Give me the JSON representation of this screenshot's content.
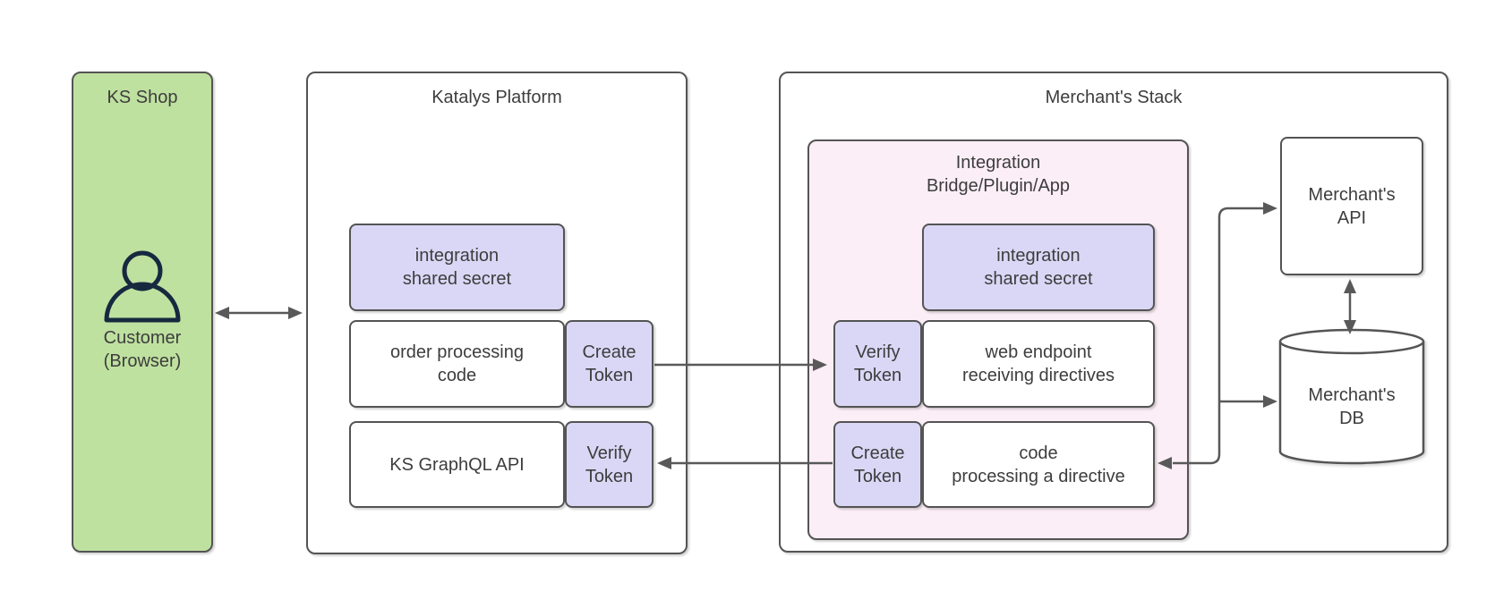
{
  "ks_shop": {
    "title": "KS Shop",
    "customer_label": "Customer\n(Browser)"
  },
  "katalys": {
    "title": "Katalys Platform",
    "shared_secret": "integration\nshared secret",
    "order_processing": "order processing\ncode",
    "create_token": "Create\nToken",
    "graphql_api": "KS GraphQL API",
    "verify_token": "Verify\nToken"
  },
  "merchant": {
    "title": "Merchant's Stack",
    "bridge_title": "Integration\nBridge/Plugin/App",
    "shared_secret": "integration\nshared secret",
    "verify_token": "Verify\nToken",
    "web_endpoint": "web endpoint\nreceiving directives",
    "create_token": "Create\nToken",
    "code_processing": "code\nprocessing a directive",
    "api_label": "Merchant's\nAPI",
    "db_label": "Merchant's\nDB"
  },
  "colors": {
    "green_fill": "#bfe1a0",
    "purple_fill": "#dad7f6",
    "pink_fill": "#fceef6",
    "white_fill": "#ffffff",
    "box_border": "#545454",
    "line": "#595959",
    "text": "#3d3d3d",
    "person_icon": "#17293f"
  }
}
